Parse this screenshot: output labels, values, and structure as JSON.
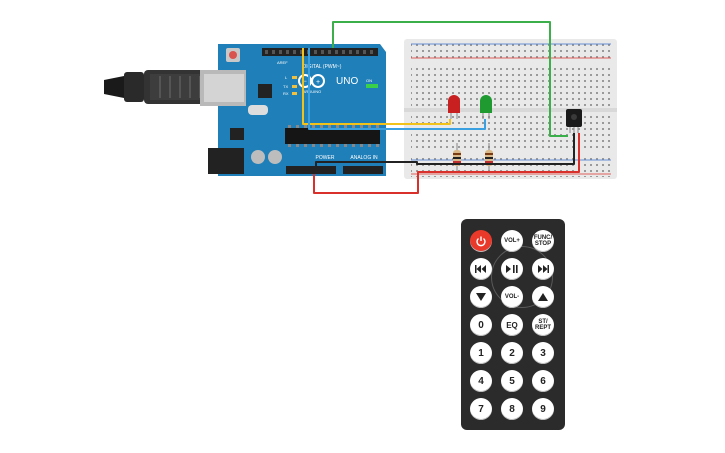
{
  "arduino": {
    "model": "UNO",
    "brand": "ARDUINO",
    "header_digital": "DIGITAL (PWM~)",
    "header_power": "POWER",
    "header_analog": "ANALOG IN",
    "label_tx": "TX",
    "label_rx": "RX",
    "label_l": "L",
    "label_on": "ON",
    "label_aref": "AREF",
    "label_gnd": "GND"
  },
  "remote": {
    "buttons": {
      "vol_up": "VOL+",
      "func_stop_1": "FUNC/",
      "func_stop_2": "STOP",
      "vol_down": "VOL-",
      "eq": "EQ",
      "st_rept_1": "ST/",
      "st_rept_2": "REPT",
      "n0": "0",
      "n1": "1",
      "n2": "2",
      "n3": "3",
      "n4": "4",
      "n5": "5",
      "n6": "6",
      "n7": "7",
      "n8": "8",
      "n9": "9"
    }
  },
  "colors": {
    "board": "#1f7fb8",
    "board_dark": "#15618f",
    "breadboard": "#e9e9e9",
    "wire_green": "#3bb04a",
    "wire_red": "#d9302b",
    "wire_yellow": "#f2c21b",
    "wire_blue": "#3aa0e0",
    "wire_black": "#222222",
    "led_red": "#c82020",
    "led_green": "#1e9a30",
    "remote_body": "#2b2b2b",
    "power_button": "#e8392b"
  }
}
